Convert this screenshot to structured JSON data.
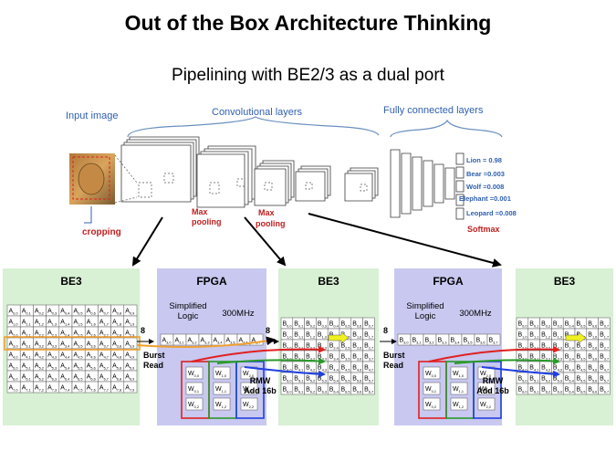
{
  "title": "Out of the Box Architecture Thinking",
  "subtitle": "Pipelining with BE2/3 as a dual port",
  "cnn": {
    "input_label": "Input image",
    "conv_label": "Convolutional layers",
    "fc_label": "Fully connected layers",
    "cropping": "cropping",
    "max_pooling_1": [
      "Max",
      "pooling"
    ],
    "max_pooling_2": [
      "Max",
      "pooling"
    ],
    "softmax": "Softmax",
    "outputs": [
      "Lion = 0.98",
      "Bear =0.003",
      "Wolf =0.008",
      "Elephant =0.001",
      "Leopard =0.008"
    ]
  },
  "panels": [
    {
      "title": "BE3",
      "color": "#d8f0d4"
    },
    {
      "title": "FPGA",
      "color": "#c8c8f0",
      "logic": [
        "Simplified",
        "Logic"
      ],
      "clock": "300MHz"
    },
    {
      "title": "BE3",
      "color": "#d8f0d4"
    },
    {
      "title": "FPGA",
      "color": "#c8c8f0",
      "logic": [
        "Simplified",
        "Logic"
      ],
      "clock": "300MHz"
    },
    {
      "title": "BE3",
      "color": "#d8f0d4"
    }
  ],
  "bus_width": "8",
  "burst_read": [
    "Burst",
    "Read"
  ],
  "rmw": [
    "RMW",
    "Add 16b"
  ],
  "grid_a_prefix": "A",
  "grid_b_prefix": "B",
  "weights": [
    [
      "W0,0",
      "W1,0",
      "W2,0"
    ],
    [
      "W0,1",
      "W1,1",
      "W2,1"
    ],
    [
      "W0,2",
      "W1,2",
      "W2,2"
    ]
  ],
  "colors": {
    "red": "#e02020",
    "green": "#2a9a2a",
    "blue": "#2040e0",
    "orange": "#f0a030",
    "yellow": "#f0f020",
    "label_blue": "#3060b0",
    "label_red": "#c02020"
  }
}
